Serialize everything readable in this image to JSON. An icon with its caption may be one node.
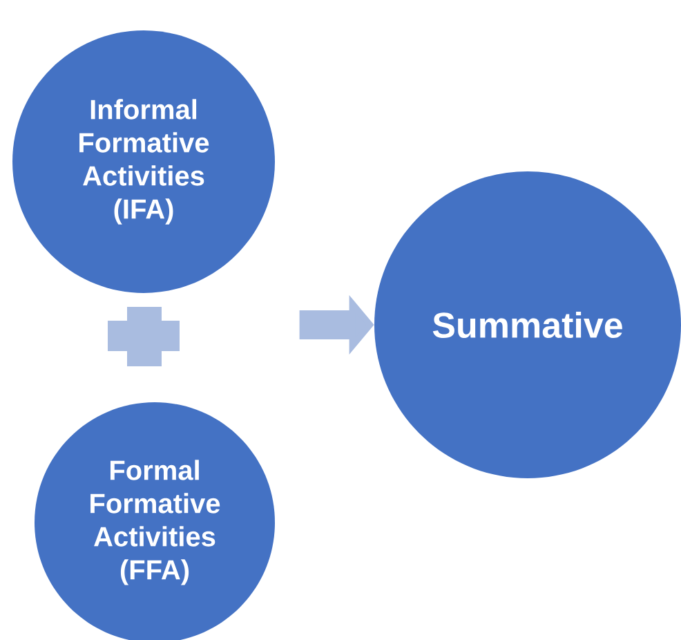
{
  "diagram": {
    "nodes": [
      {
        "text": [
          "Informal Formative Activities (IFA)"
        ]
      },
      {
        "text": [
          "Formal Formative Activities (FFA)"
        ]
      },
      {
        "text": [
          "Summative"
        ]
      }
    ],
    "edges": [
      {
        "from": null,
        "to": 2,
        "arrow": "to"
      }
    ]
  }
}
